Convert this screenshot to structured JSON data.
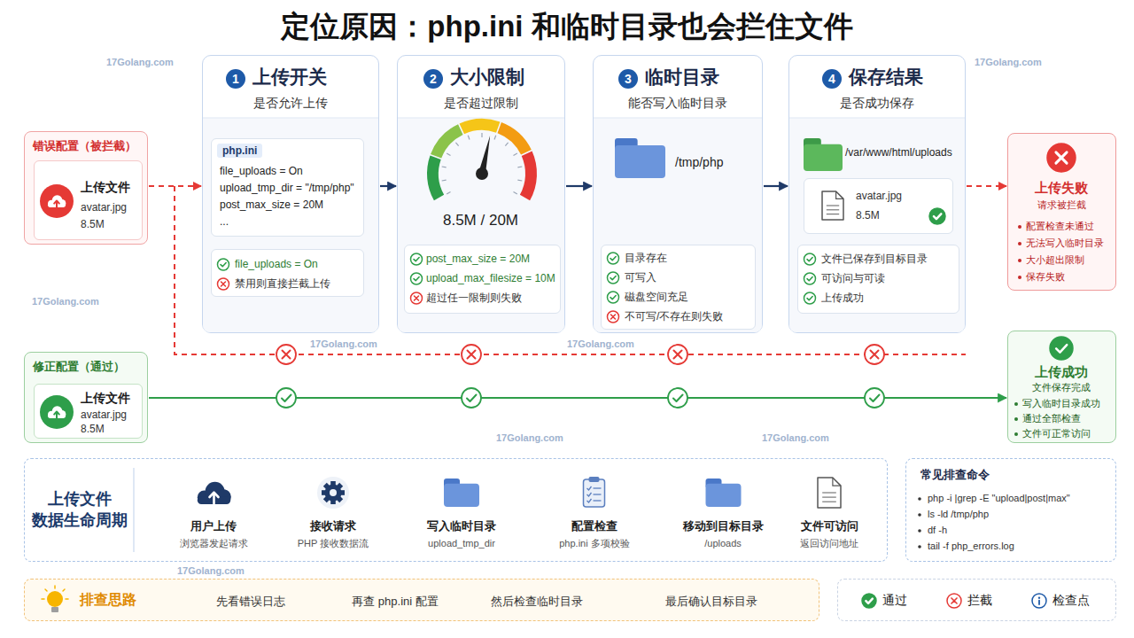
{
  "diagram": {
    "title": "定位原因：php.ini 和临时目录也会拦住文件",
    "nodes": [
      {
        "text": [
          "错误配置（被拦截）"
        ]
      },
      {
        "text": [
          "上传文件",
          "avatar.jpg",
          "8.5M"
        ],
        "in": 0
      },
      {
        "text": [
          "1",
          "上传开关",
          "是否允许上传"
        ]
      },
      {
        "text": [
          "php.ini",
          "file_uploads = On",
          "upload_tmp_dir = \"/tmp/php\"",
          "post_max_size = 20M",
          "..."
        ],
        "in": 2
      },
      {
        "text": [
          "file_uploads = On",
          "禁用则直接拦截上传"
        ],
        "in": 2
      },
      {
        "text": [
          "2",
          "大小限制",
          "是否超过限制",
          "8.5M / 20M"
        ]
      },
      {
        "text": [
          "post_max_size = 20M",
          "upload_max_filesize = 10M",
          "超过任一限制则失败"
        ],
        "in": 5
      },
      {
        "text": [
          "3",
          "临时目录",
          "能否写入临时目录",
          "/tmp/php"
        ]
      },
      {
        "text": [
          "目录存在",
          "可写入",
          "磁盘空间充足",
          "不可写/不存在则失败"
        ],
        "in": 7
      },
      {
        "text": [
          "4",
          "保存结果",
          "是否成功保存",
          "/var/www/html/uploads"
        ]
      },
      {
        "text": [
          "avatar.jpg",
          "8.5M"
        ],
        "in": 9
      },
      {
        "text": [
          "文件已保存到目标目录",
          "可访问与可读",
          "上传成功"
        ],
        "in": 9
      },
      {
        "text": [
          "上传失败",
          "请求被拦截",
          "配置检查未通过",
          "无法写入临时目录",
          "大小超出限制",
          "保存失败"
        ]
      },
      {
        "text": [
          "修正配置（通过）"
        ]
      },
      {
        "text": [
          "上传文件",
          "avatar.jpg",
          "8.5M"
        ],
        "in": 13
      },
      {
        "text": [
          "上传成功",
          "文件保存完成",
          "写入临时目录成功",
          "通过全部检查",
          "文件可正常访问"
        ]
      },
      {
        "text": [
          "上传文件 数据生命周期"
        ]
      },
      {
        "text": [
          "用户上传",
          "浏览器发起请求"
        ],
        "in": 16
      },
      {
        "text": [
          "接收请求",
          "PHP 接收数据流"
        ],
        "in": 16
      },
      {
        "text": [
          "写入临时目录",
          "upload_tmp_dir"
        ],
        "in": 16
      },
      {
        "text": [
          "配置检查",
          "php.ini 多项校验"
        ],
        "in": 16
      },
      {
        "text": [
          "移动到目标目录",
          "/uploads"
        ],
        "in": 16
      },
      {
        "text": [
          "文件可访问",
          "返回访问地址"
        ],
        "in": 16
      },
      {
        "text": [
          "常见排查命令",
          "php -i |grep -E \"upload|post|max\"",
          "ls -ld /tmp/php",
          "df -h",
          "tail -f php_errors.log"
        ]
      },
      {
        "text": [
          "排查思路"
        ]
      },
      {
        "text": [
          "先看错误日志"
        ],
        "in": 24
      },
      {
        "text": [
          "再查 php.ini 配置"
        ],
        "in": 24
      },
      {
        "text": [
          "然后检查临时目录"
        ],
        "in": 24
      },
      {
        "text": [
          "最后确认目标目录"
        ],
        "in": 24
      }
    ],
    "edges": [
      {
        "from": 0,
        "to": 2,
        "arrow": "to"
      },
      {
        "from": 2,
        "to": 5,
        "arrow": "to"
      },
      {
        "from": 5,
        "to": 7,
        "arrow": "to"
      },
      {
        "from": 7,
        "to": 9,
        "arrow": "to"
      },
      {
        "from": 9,
        "to": 12,
        "arrow": "to"
      },
      {
        "from": 13,
        "to": 15,
        "arrow": "to"
      },
      {
        "from": 17,
        "to": 18,
        "arrow": "to"
      },
      {
        "from": 18,
        "to": 19,
        "arrow": "to"
      },
      {
        "from": 19,
        "to": 20,
        "arrow": "to"
      },
      {
        "from": 20,
        "to": 21,
        "arrow": "to"
      },
      {
        "from": 21,
        "to": 22,
        "arrow": "to"
      },
      {
        "from": 25,
        "to": 26,
        "arrow": "to"
      },
      {
        "from": 26,
        "to": 27,
        "arrow": "to"
      },
      {
        "from": 27,
        "to": 28,
        "arrow": "to"
      }
    ],
    "labels": [
      "17Golang.com",
      "17Golang.com",
      "17Golang.com",
      "17Golang.com",
      "17Golang.com",
      "17Golang.com",
      "17Golang.com",
      "17Golang.com"
    ],
    "legend": [
      {
        "text": "通过"
      },
      {
        "text": "拦截"
      },
      {
        "text": "检查点"
      }
    ]
  }
}
